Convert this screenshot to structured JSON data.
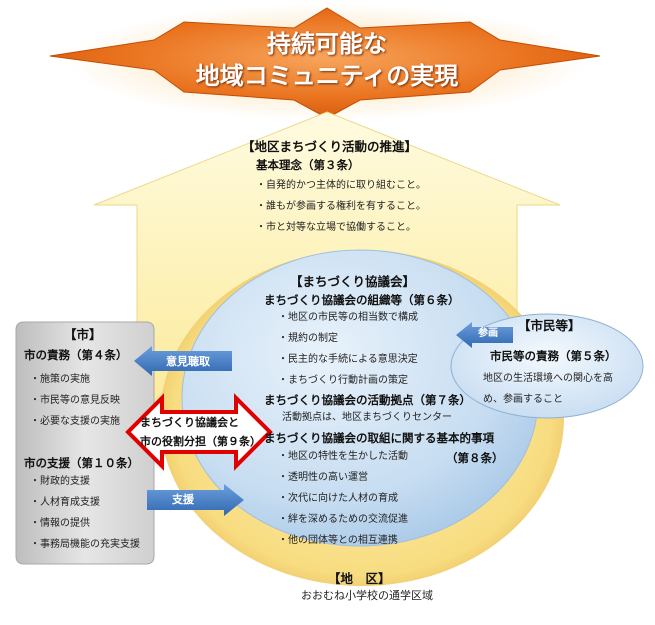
{
  "title": {
    "line1": "持続可能な",
    "line2": "地域コミュニティの実現"
  },
  "promotion": {
    "heading": "【地区まちづくり活動の推進】",
    "principle": "基本理念（第３条）",
    "items": [
      "・自発的かつ主体的に取り組むこと。",
      "・誰もが参画する権利を有すること。",
      "・市と対等な立場で協働すること。"
    ]
  },
  "council": {
    "heading": "【まちづくり協議会】",
    "org_title": "まちづくり協議会の組織等（第６条）",
    "org_items": [
      "・地区の市民等の相当数で構成",
      "・規約の制定",
      "・民主的な手続による意思決定",
      "・まちづくり行動計画の策定"
    ],
    "base_title": "まちづくり協議会の活動拠点（第７条）",
    "base_text": "活動拠点は、地区まちづくりセンター",
    "basic_title": "まちづくり協議会の取組に関する基本的事項",
    "basic_article": "（第８条）",
    "basic_items": [
      "・地区の特性を生かした活動",
      "・透明性の高い運営",
      "・次代に向けた人材の育成",
      "・絆を深めるための交流促進",
      "・他の団体等との相互連携"
    ]
  },
  "city": {
    "heading": "【市】",
    "duty_title": "市の責務（第４条）",
    "duty_items": [
      "・施策の実施",
      "・市民等の意見反映",
      "・必要な支援の実施"
    ],
    "support_title": "市の支援（第１０条）",
    "support_items": [
      "・財政的支援",
      "・人材育成支援",
      "・情報の提供",
      "・事務局機能の充実支援"
    ]
  },
  "citizens": {
    "heading": "【市民等】",
    "duty_title": "市民等の責務（第５条）",
    "text_line1": "地区の生活環境への関心を高",
    "text_line2": "め、参画すること"
  },
  "arrows": {
    "hearing": "意見聴取",
    "support": "支援",
    "participation": "参画"
  },
  "role": {
    "line1": "まちづくり協議会と",
    "line2": "市の役割分担（第９条）"
  },
  "district": {
    "heading": "【地　区】",
    "text": "おおむね小学校の通学区域"
  },
  "colors": {
    "orange": "#e8701c",
    "house": "#fdf1b0",
    "circle": "#c5dcf0",
    "arrow_blue": "#3d78c2",
    "red": "#e00000",
    "gray": "#cfcfcf"
  }
}
